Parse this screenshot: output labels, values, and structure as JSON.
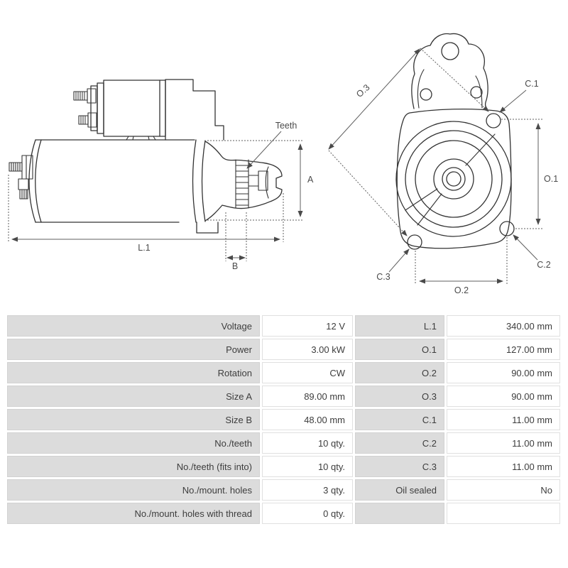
{
  "drawing": {
    "side_view": {
      "teeth_label": "Teeth",
      "dim_a": "A",
      "dim_b": "B",
      "dim_l1": "L.1"
    },
    "front_view": {
      "dim_o1": "O.1",
      "dim_o2": "O.2",
      "dim_o3": "O.3",
      "dim_c1": "C.1",
      "dim_c2": "C.2",
      "dim_c3": "C.3"
    }
  },
  "spec_table": {
    "rows": [
      {
        "label_left": "Voltage",
        "value_left": "12 V",
        "label_right": "L.1",
        "value_right": "340.00 mm"
      },
      {
        "label_left": "Power",
        "value_left": "3.00 kW",
        "label_right": "O.1",
        "value_right": "127.00 mm"
      },
      {
        "label_left": "Rotation",
        "value_left": "CW",
        "label_right": "O.2",
        "value_right": "90.00 mm"
      },
      {
        "label_left": "Size A",
        "value_left": "89.00 mm",
        "label_right": "O.3",
        "value_right": "90.00 mm"
      },
      {
        "label_left": "Size B",
        "value_left": "48.00 mm",
        "label_right": "C.1",
        "value_right": "11.00 mm"
      },
      {
        "label_left": "No./teeth",
        "value_left": "10 qty.",
        "label_right": "C.2",
        "value_right": "11.00 mm"
      },
      {
        "label_left": "No./teeth (fits into)",
        "value_left": "10 qty.",
        "label_right": "C.3",
        "value_right": "11.00 mm"
      },
      {
        "label_left": "No./mount. holes",
        "value_left": "3 qty.",
        "label_right": "Oil sealed",
        "value_right": "No"
      },
      {
        "label_left": "No./mount. holes with thread",
        "value_left": "0 qty.",
        "label_right": "",
        "value_right": ""
      }
    ]
  },
  "colors": {
    "outline": "#333333",
    "dimension_line": "#5f5f5f",
    "table_label_bg": "#dcdcdc",
    "table_value_bg": "#ffffff",
    "table_text": "#3d3d3d"
  }
}
